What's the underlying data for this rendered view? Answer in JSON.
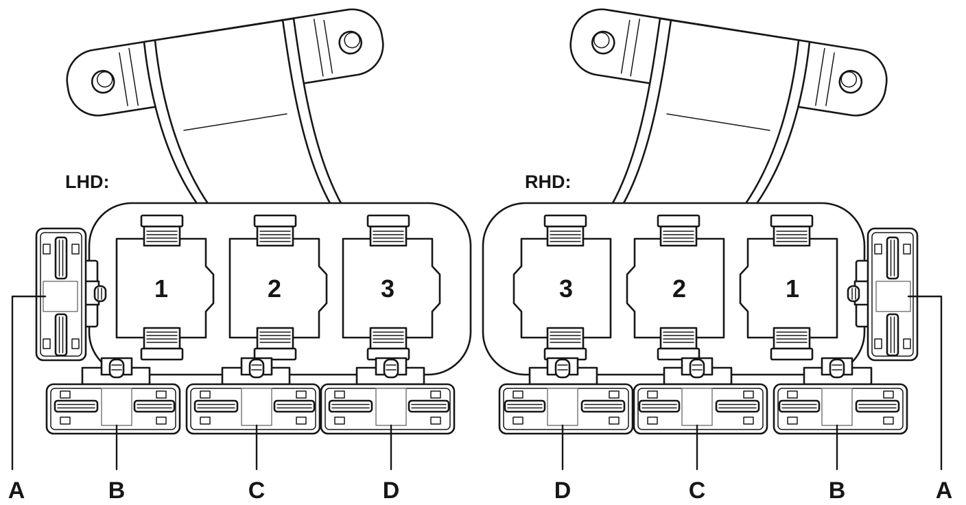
{
  "colors": {
    "ink": "#161616",
    "background": "#ffffff"
  },
  "lhd": {
    "label": "LHD:",
    "relays": [
      "1",
      "2",
      "3"
    ],
    "callouts": [
      "A",
      "B",
      "C",
      "D"
    ]
  },
  "rhd": {
    "label": "RHD:",
    "relays": [
      "3",
      "2",
      "1"
    ],
    "callouts": [
      "D",
      "C",
      "B",
      "A"
    ]
  }
}
